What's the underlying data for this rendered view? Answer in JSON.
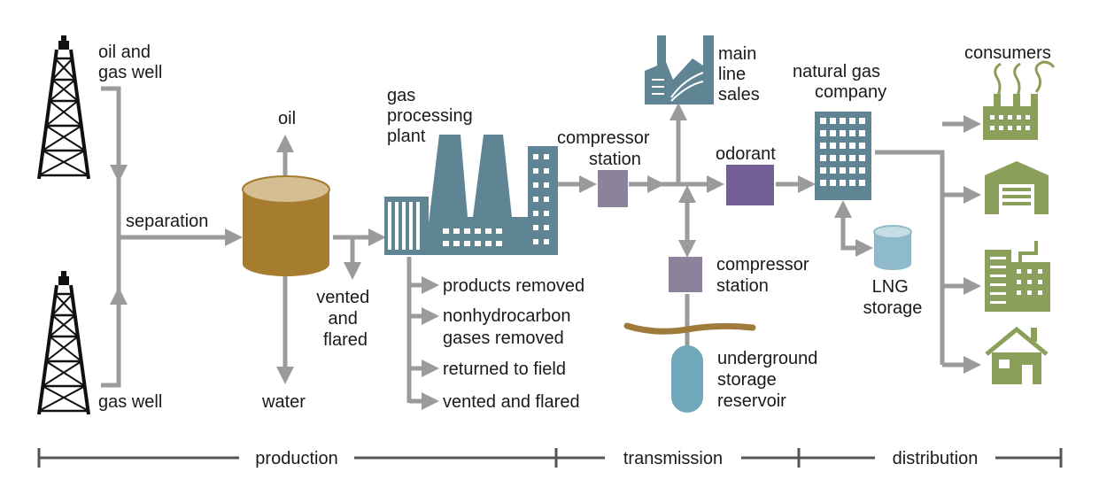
{
  "colors": {
    "line": "#9b9b9b",
    "timeline": "#555555",
    "steel": "#5f8594",
    "steel_dark": "#4a6d7a",
    "oil_tan": "#a67c2e",
    "oil_top": "#d4be92",
    "compressor": "#8d829c",
    "odorant": "#745f95",
    "lng": "#8fbacb",
    "underground": "#6fa7bb",
    "ground_brown": "#a07a3a",
    "consumer_green": "#8aa05a"
  },
  "labels": {
    "oil_gas_well": [
      "oil and",
      "gas well"
    ],
    "gas_well": "gas well",
    "separation": "separation",
    "oil": "oil",
    "water": "water",
    "vented_flared_left": [
      "vented",
      "and",
      "flared"
    ],
    "gas_processing_plant": [
      "gas",
      "processing",
      "plant"
    ],
    "products_removed": "products removed",
    "nonhydrocarbon": [
      "nonhydrocarbon",
      "gases removed"
    ],
    "returned_to_field": "returned to field",
    "vented_flared": "vented and flared",
    "compressor_station_1": [
      "compressor",
      "station"
    ],
    "main_line_sales": [
      "main",
      "line",
      "sales"
    ],
    "odorant": "odorant",
    "compressor_station_2": [
      "compressor",
      "station"
    ],
    "underground_storage": [
      "underground",
      "storage",
      "reservoir"
    ],
    "natural_gas_company": [
      "natural gas",
      "company"
    ],
    "lng_storage": [
      "LNG",
      "storage"
    ],
    "consumers": "consumers"
  },
  "stages": {
    "production": "production",
    "transmission": "transmission",
    "distribution": "distribution"
  },
  "icons": {
    "wells": "oil-derrick-icon",
    "separator": "cylinder-tank-icon",
    "plant": "processing-plant-icon",
    "main_line": "factory-icon",
    "company": "office-building-icon",
    "lng": "cylinder-tank-icon",
    "underground": "capsule-tank-icon",
    "consumers": [
      "industrial-factory-icon",
      "warehouse-icon",
      "commercial-building-icon",
      "house-icon"
    ]
  }
}
